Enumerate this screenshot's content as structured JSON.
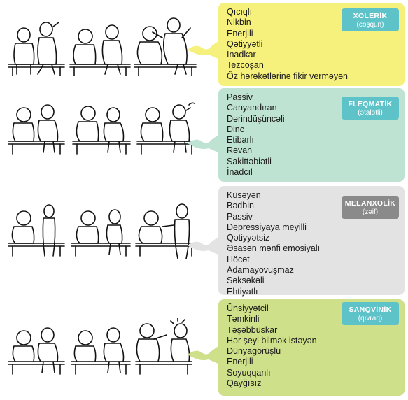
{
  "types": [
    {
      "id": "choleric",
      "title": "XOLERİK",
      "subtitle": "(coşqun)",
      "box_color": "#f6f07c",
      "tag_color": "#5ec3c9",
      "traits": [
        "Qıcıqlı",
        "Nikbin",
        "Enerjili",
        "Qətiyyətli",
        "İnadkar",
        "Tezcoşan",
        "Öz hərəkətlərinə fikir verməyən"
      ]
    },
    {
      "id": "phlegmatic",
      "title": "FLEQMATİK",
      "subtitle": "(ətalətli)",
      "box_color": "#bfe3d2",
      "tag_color": "#5ec3c9",
      "traits": [
        "Passiv",
        "Canyandıran",
        "Dərindüşüncəli",
        "Dinc",
        "Etibarlı",
        "Rəvan",
        "Sakittəbiətli",
        "İnadcıl"
      ]
    },
    {
      "id": "melancholic",
      "title": "MELANXOLİK",
      "subtitle": "(zəif)",
      "box_color": "#e3e3e3",
      "tag_color": "#8a8a8a",
      "traits": [
        "Küsəyən",
        "Bədbin",
        "Passiv",
        "Depressiyaya meyilli",
        "Qətiyyətsiz",
        "Əsasən mənfi emosiyalı",
        "Höcət",
        "Adamayovuşmaz",
        "Səksəkəli",
        "Ehtiyatlı"
      ]
    },
    {
      "id": "sanguine",
      "title": "SANQVİNİK",
      "subtitle": "(qıvraq)",
      "box_color": "#cfe08a",
      "tag_color": "#5ec3c9",
      "traits": [
        "Ünsiyyətcil",
        "Təmkinli",
        "Təşəbbüskar",
        "Hər şeyi bilmək istəyən",
        "Dünyagörüşlü",
        "Enerjili",
        "Soyuqqanlı",
        "Qayğısız"
      ]
    }
  ]
}
